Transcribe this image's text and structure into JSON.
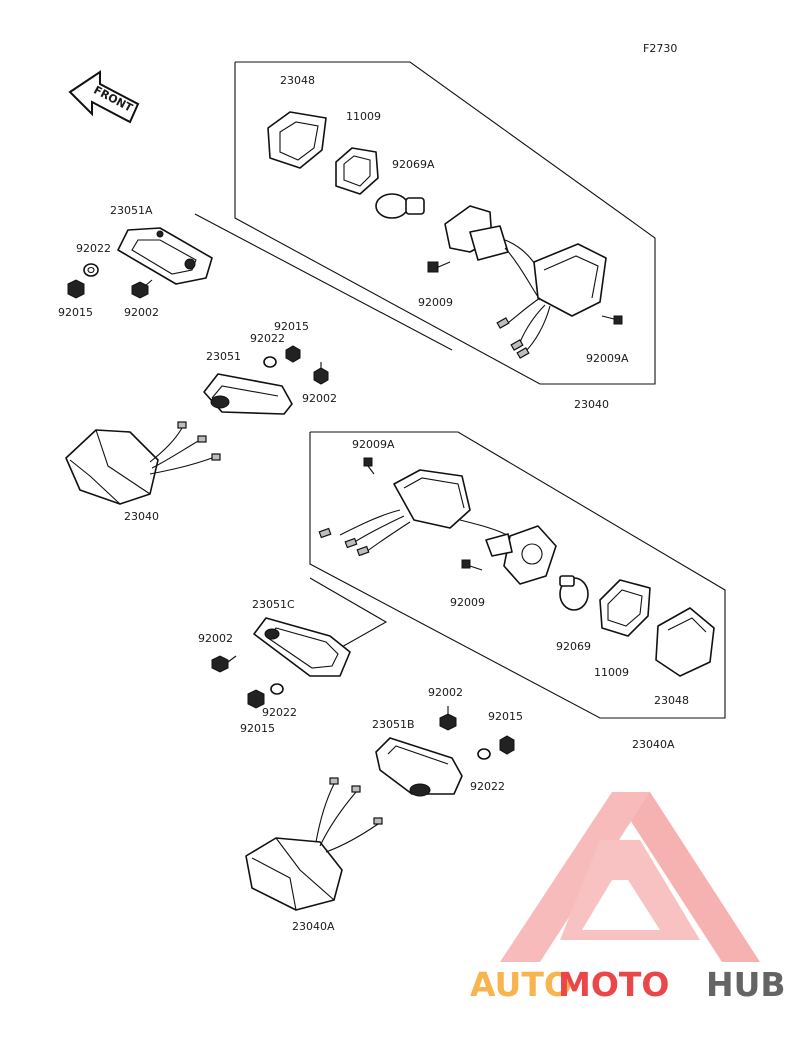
{
  "figure_code": "F2730",
  "front_label": "FRONT",
  "labels": {
    "l23048_top": "23048",
    "l11009_top": "11009",
    "l92069A": "92069A",
    "l92009_top": "92009",
    "l92009A_top": "92009A",
    "l23040_top": "23040",
    "l23051A": "23051A",
    "l92022_a": "92022",
    "l92015_a": "92015",
    "l92002_a": "92002",
    "l92015_b": "92015",
    "l92022_b": "92022",
    "l23051": "23051",
    "l92002_b": "92002",
    "l23040_left": "23040",
    "l92009A_mid": "92009A",
    "l92009_mid": "92009",
    "l92069": "92069",
    "l11009_mid": "11009",
    "l23048_mid": "23048",
    "l23040A_box": "23040A",
    "l23051C": "23051C",
    "l92002_c": "92002",
    "l92022_c": "92022",
    "l92015_c": "92015",
    "l92002_d": "92002",
    "l92015_d": "92015",
    "l23051B": "23051B",
    "l92022_d": "92022",
    "l23040A_bottom": "23040A"
  },
  "watermark": {
    "part1": "AUTO",
    "part2": "MOTO",
    "part3": "HUB",
    "color_light": "#f7a830",
    "color_red": "#e8262a",
    "color_dark": "#4a4a4a"
  }
}
